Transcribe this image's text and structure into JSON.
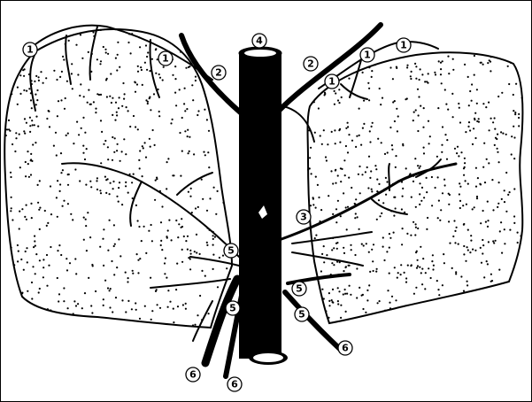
{
  "figure": {
    "subject": "vessels of the posterior surface of the lungs with trachea-like central vessel",
    "colors": {
      "ink": "#000000",
      "paper": "#ffffff"
    }
  },
  "callouts": [
    {
      "id": "c1a",
      "label": "1"
    },
    {
      "id": "c1b",
      "label": "1"
    },
    {
      "id": "c1c",
      "label": "1"
    },
    {
      "id": "c1d",
      "label": "1"
    },
    {
      "id": "c1e",
      "label": "1"
    },
    {
      "id": "c2a",
      "label": "2"
    },
    {
      "id": "c2b",
      "label": "2"
    },
    {
      "id": "c3",
      "label": "3"
    },
    {
      "id": "c4",
      "label": "4"
    },
    {
      "id": "c5a",
      "label": "5"
    },
    {
      "id": "c5b",
      "label": "5"
    },
    {
      "id": "c5c",
      "label": "5"
    },
    {
      "id": "c5d",
      "label": "5"
    },
    {
      "id": "c6a",
      "label": "6"
    },
    {
      "id": "c6b",
      "label": "6"
    },
    {
      "id": "c6c",
      "label": "6"
    }
  ]
}
